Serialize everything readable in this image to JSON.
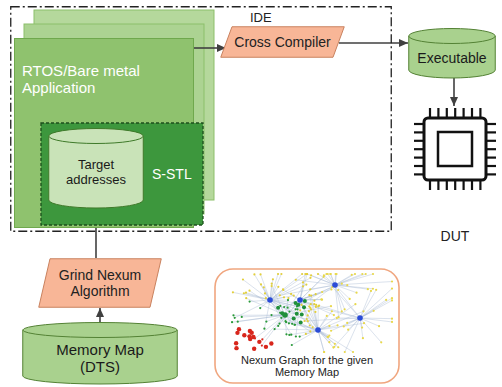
{
  "diagram": {
    "nodes": [
      {
        "text": [
          "IDE"
        ]
      },
      {
        "text": [
          "RTOS/Bare metal Application"
        ],
        "in": 0
      },
      {
        "text": [
          "S-STL"
        ],
        "in": 1
      },
      {
        "text": [
          "Target addresses"
        ],
        "in": 2
      },
      {
        "text": [
          "Cross Compiler"
        ],
        "in": 0
      },
      {
        "text": [
          "Executable"
        ]
      },
      {
        "text": [
          "DUT"
        ]
      },
      {
        "text": [
          "Grind Nexum Algorithm"
        ]
      },
      {
        "text": [
          "Memory Map (DTS)"
        ]
      },
      {
        "text": [
          "Nexum Graph for the given Memory Map"
        ]
      }
    ],
    "edges": [
      {
        "from": 1,
        "to": 4,
        "arrow": "to"
      },
      {
        "from": 4,
        "to": 5,
        "arrow": "to"
      },
      {
        "from": 5,
        "to": 6,
        "arrow": "to"
      },
      {
        "from": 8,
        "to": 7,
        "arrow": "to"
      },
      {
        "from": 7,
        "to": 3,
        "arrow": "to"
      }
    ]
  }
}
